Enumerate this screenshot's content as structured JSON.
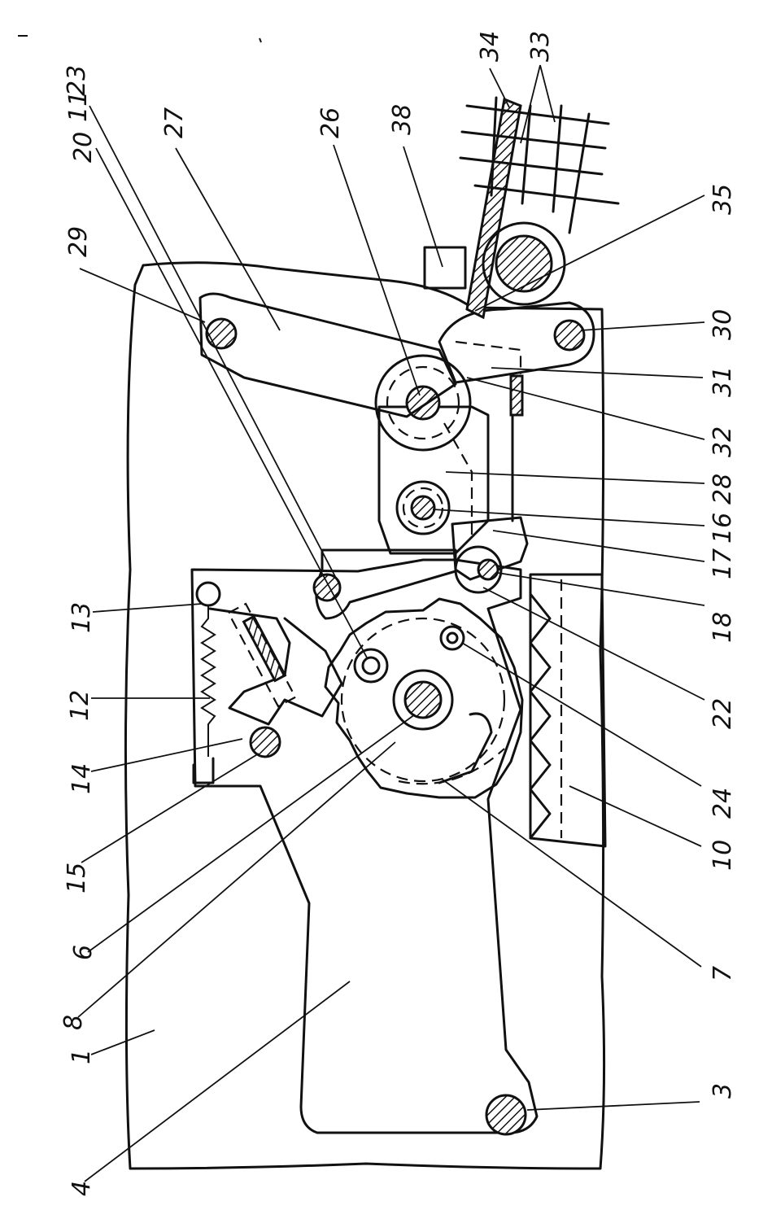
{
  "drawing": {
    "labels": [
      "1",
      "3",
      "4",
      "6",
      "7",
      "8",
      "10",
      "11",
      "12",
      "13",
      "14",
      "15",
      "16",
      "17",
      "18",
      "20",
      "22",
      "23",
      "24",
      "26",
      "27",
      "28",
      "29",
      "30",
      "31",
      "32",
      "33",
      "34",
      "35",
      "38"
    ]
  }
}
